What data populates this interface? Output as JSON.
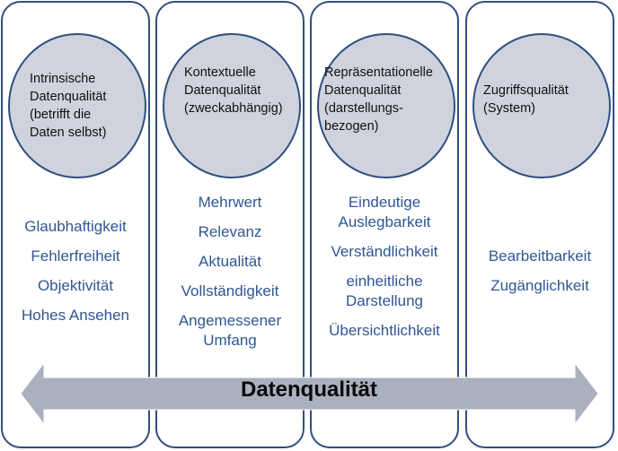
{
  "diagram": {
    "title": "Datenqualität",
    "colors": {
      "border": "#2f4f7f",
      "circle_fill": "#cfd3de",
      "item_text": "#2f5694",
      "arrow_fill": "#aab0bd"
    },
    "panels": [
      {
        "heading": "Intrinsische\nDatenqualität\n(betrifft die\nDaten selbst)",
        "items": [
          "Glaubhaftigkeit",
          "Fehlerfreiheit",
          "Objektivität",
          "Hohes Ansehen"
        ]
      },
      {
        "heading": "Kontextuelle\nDatenqualität\n(zweckabhängig)",
        "items": [
          "Mehrwert",
          "Relevanz",
          "Aktualität",
          "Vollständigkeit",
          "Angemessener\nUmfang"
        ]
      },
      {
        "heading": "Repräsentationelle\nDatenqualität\n(darstellungs-\nbezogen)",
        "items": [
          "Eindeutige\nAuslegbarkeit",
          "Verständlichkeit",
          "einheitliche\nDarstellung",
          "Übersichtlichkeit"
        ]
      },
      {
        "heading": "Zugriffsqualität\n(System)",
        "items": [
          "Bearbeitbarkeit",
          "Zugänglichkeit"
        ]
      }
    ],
    "arrow_label": "Datenqualität"
  }
}
